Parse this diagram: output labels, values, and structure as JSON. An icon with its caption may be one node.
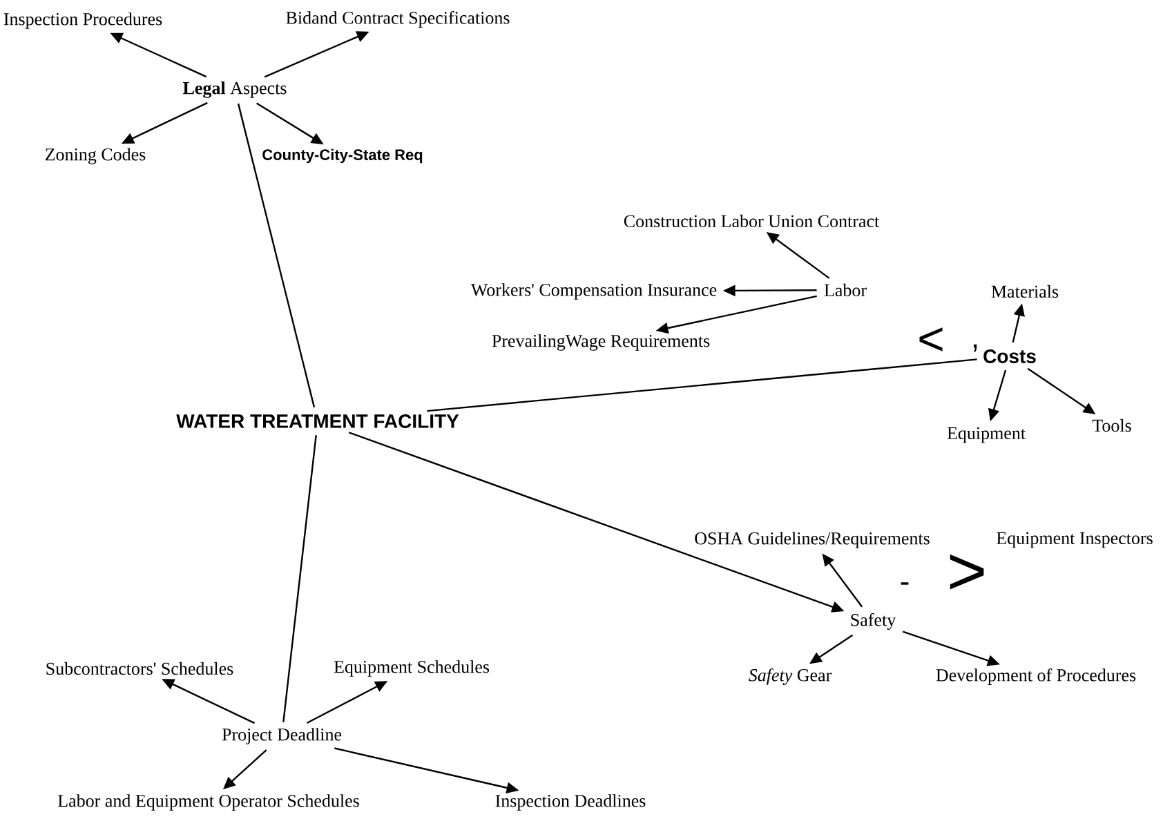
{
  "diagram": {
    "nodes": [
      {
        "text": [
          "WATER TREATMENT FACILITY"
        ]
      },
      {
        "text": [
          "**Legal** Aspects"
        ]
      },
      {
        "text": [
          "Inspection Procedures"
        ]
      },
      {
        "text": [
          "Bidand Contract Specifications"
        ]
      },
      {
        "text": [
          "Zoning Codes"
        ]
      },
      {
        "text": [
          "County-City-State Req"
        ]
      },
      {
        "text": [
          "Costs"
        ]
      },
      {
        "text": [
          "Labor"
        ]
      },
      {
        "text": [
          "Construction Labor Union Contract"
        ]
      },
      {
        "text": [
          "Workers' Compensation Insurance"
        ]
      },
      {
        "text": [
          "PrevailingWage Requirements"
        ]
      },
      {
        "text": [
          "Materials"
        ]
      },
      {
        "text": [
          "Equipment"
        ]
      },
      {
        "text": [
          "Tools"
        ]
      },
      {
        "text": [
          "Safety"
        ]
      },
      {
        "text": [
          "OSHA Guidelines/Requirements"
        ]
      },
      {
        "text": [
          "*Safety* Gear"
        ]
      },
      {
        "text": [
          "Development of Procedures"
        ]
      },
      {
        "text": [
          "Project Deadline"
        ]
      },
      {
        "text": [
          "Subcontractors' Schedules"
        ]
      },
      {
        "text": [
          "Equipment Schedules"
        ]
      },
      {
        "text": [
          "Labor and Equipment Operator Schedules"
        ]
      },
      {
        "text": [
          "Inspection Deadlines"
        ]
      }
    ],
    "edges": [
      {
        "from": 0,
        "to": 1,
        "arrow": "none"
      },
      {
        "from": 1,
        "to": 2,
        "arrow": "to"
      },
      {
        "from": 1,
        "to": 3,
        "arrow": "to"
      },
      {
        "from": 1,
        "to": 4,
        "arrow": "to"
      },
      {
        "from": 1,
        "to": 5,
        "arrow": "to"
      },
      {
        "from": 0,
        "to": 6,
        "arrow": "none"
      },
      {
        "from": 7,
        "to": 8,
        "arrow": "to"
      },
      {
        "from": 7,
        "to": 9,
        "arrow": "to"
      },
      {
        "from": 7,
        "to": 10,
        "arrow": "to"
      },
      {
        "from": 6,
        "to": 11,
        "arrow": "to"
      },
      {
        "from": 6,
        "to": 12,
        "arrow": "to"
      },
      {
        "from": 6,
        "to": 13,
        "arrow": "to"
      },
      {
        "from": 0,
        "to": 14,
        "arrow": "to"
      },
      {
        "from": 14,
        "to": 15,
        "arrow": "to"
      },
      {
        "from": 14,
        "to": 16,
        "arrow": "to"
      },
      {
        "from": 14,
        "to": 17,
        "arrow": "to"
      },
      {
        "from": 0,
        "to": 18,
        "arrow": "none"
      },
      {
        "from": 18,
        "to": 19,
        "arrow": "to"
      },
      {
        "from": 18,
        "to": 20,
        "arrow": "to"
      },
      {
        "from": 18,
        "to": 21,
        "arrow": "to"
      },
      {
        "from": 18,
        "to": 22,
        "arrow": "to"
      }
    ],
    "labels": [
      "<",
      ",",
      "Equipment Inspectors",
      "-",
      ">"
    ]
  }
}
